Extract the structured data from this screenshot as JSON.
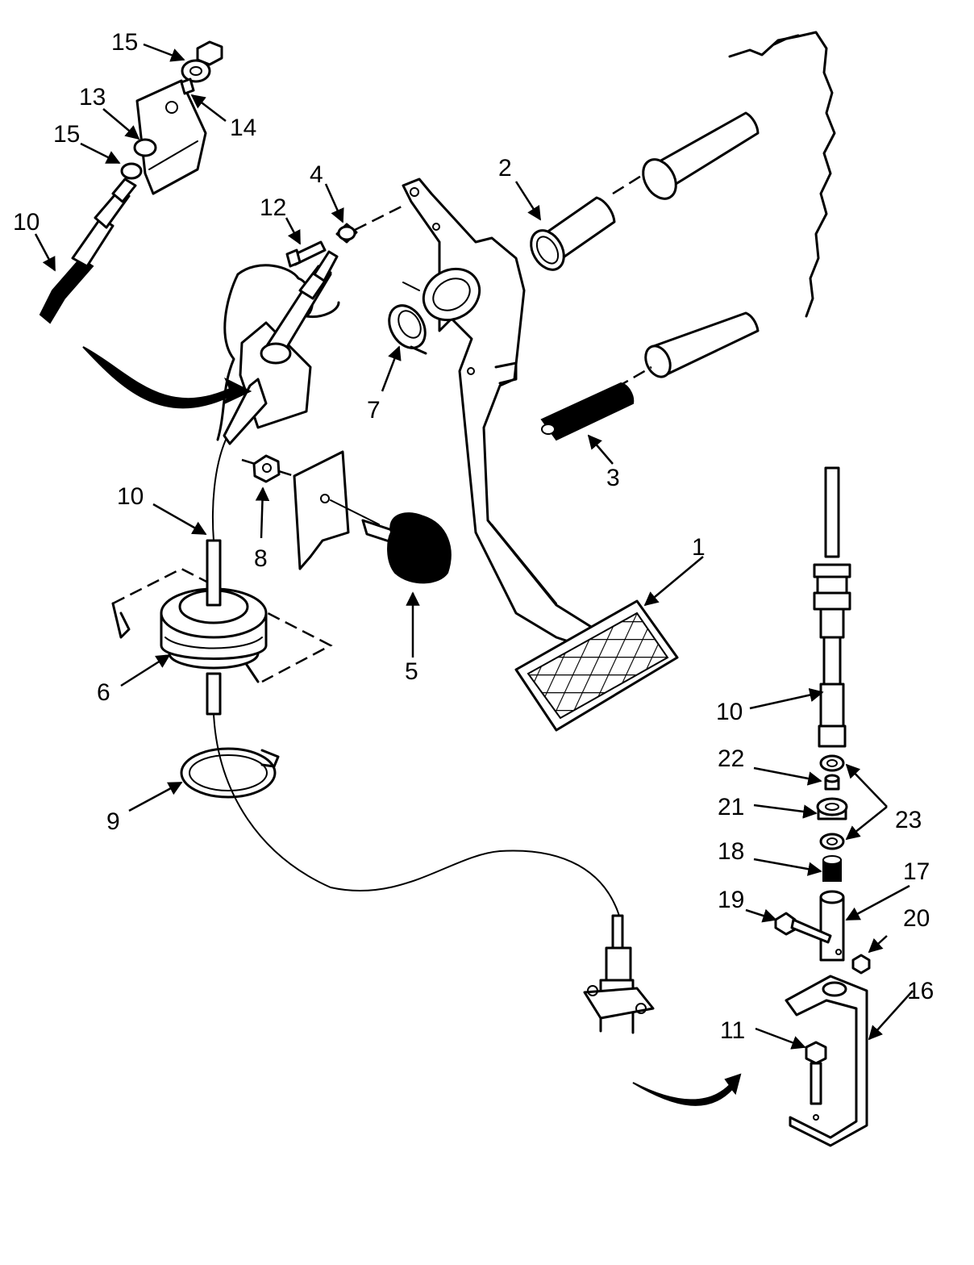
{
  "callouts": [
    {
      "label": "1"
    },
    {
      "label": "2"
    },
    {
      "label": "3"
    },
    {
      "label": "4"
    },
    {
      "label": "5"
    },
    {
      "label": "6"
    },
    {
      "label": "7"
    },
    {
      "label": "8"
    },
    {
      "label": "9"
    },
    {
      "label": "10"
    },
    {
      "label": "10"
    },
    {
      "label": "10"
    },
    {
      "label": "11"
    },
    {
      "label": "12"
    },
    {
      "label": "13"
    },
    {
      "label": "14"
    },
    {
      "label": "15"
    },
    {
      "label": "15"
    },
    {
      "label": "16"
    },
    {
      "label": "17"
    },
    {
      "label": "18"
    },
    {
      "label": "19"
    },
    {
      "label": "20"
    },
    {
      "label": "21"
    },
    {
      "label": "22"
    },
    {
      "label": "23"
    }
  ]
}
